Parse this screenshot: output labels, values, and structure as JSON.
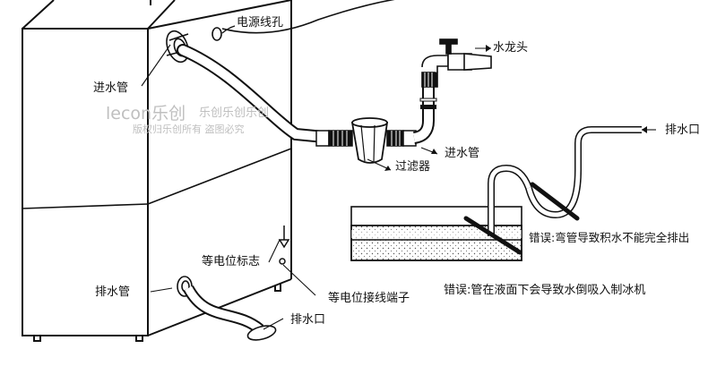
{
  "labels": {
    "power_hole": "电源线孔",
    "faucet": "水龙头",
    "inlet_left": "进水管",
    "inlet_right": "进水管",
    "filter": "过滤器",
    "drain_right": "排水口",
    "equip_mark": "等电位标志",
    "drain_pipe": "排水管",
    "equip_terminal": "等电位接线端子",
    "drain_bottom": "排水口",
    "error_bend": "错误:弯管导致积水不能完全排出",
    "error_submerged": "错误:管在液面下会导致水倒吸入制冰机"
  },
  "watermark": {
    "brand": "lecon乐创",
    "line1": "乐创乐创乐创",
    "line2": "版权归乐创所有 盗图必究"
  },
  "colors": {
    "ink": "#111111",
    "pipe_fill": "#ffffff",
    "water_fill": "#e6e6e6",
    "watermark": "#bfbfbf"
  }
}
